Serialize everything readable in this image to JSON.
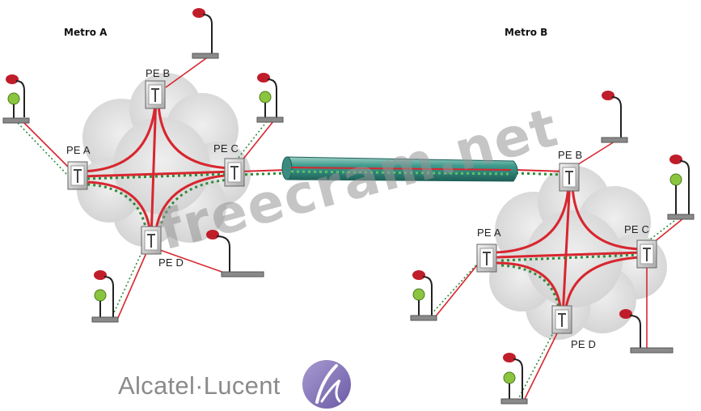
{
  "metro_a": {
    "title": "Metro A",
    "pe": {
      "a": "PE A",
      "b": "PE B",
      "c": "PE C",
      "d": "PE D"
    }
  },
  "metro_b": {
    "title": "Metro B",
    "pe": {
      "a": "PE A",
      "b": "PE B",
      "c": "PE C",
      "d": "PE D"
    }
  },
  "brand": {
    "name": "Alcatel·Lucent"
  },
  "watermark": {
    "text": "freecram.net"
  },
  "colors": {
    "link_red": "#d8262f",
    "link_green_dotted": "#2e8b3a",
    "tunnel": "#2f8f84",
    "cloud": "#d9d9d9",
    "logo": "#7d6bb0"
  }
}
